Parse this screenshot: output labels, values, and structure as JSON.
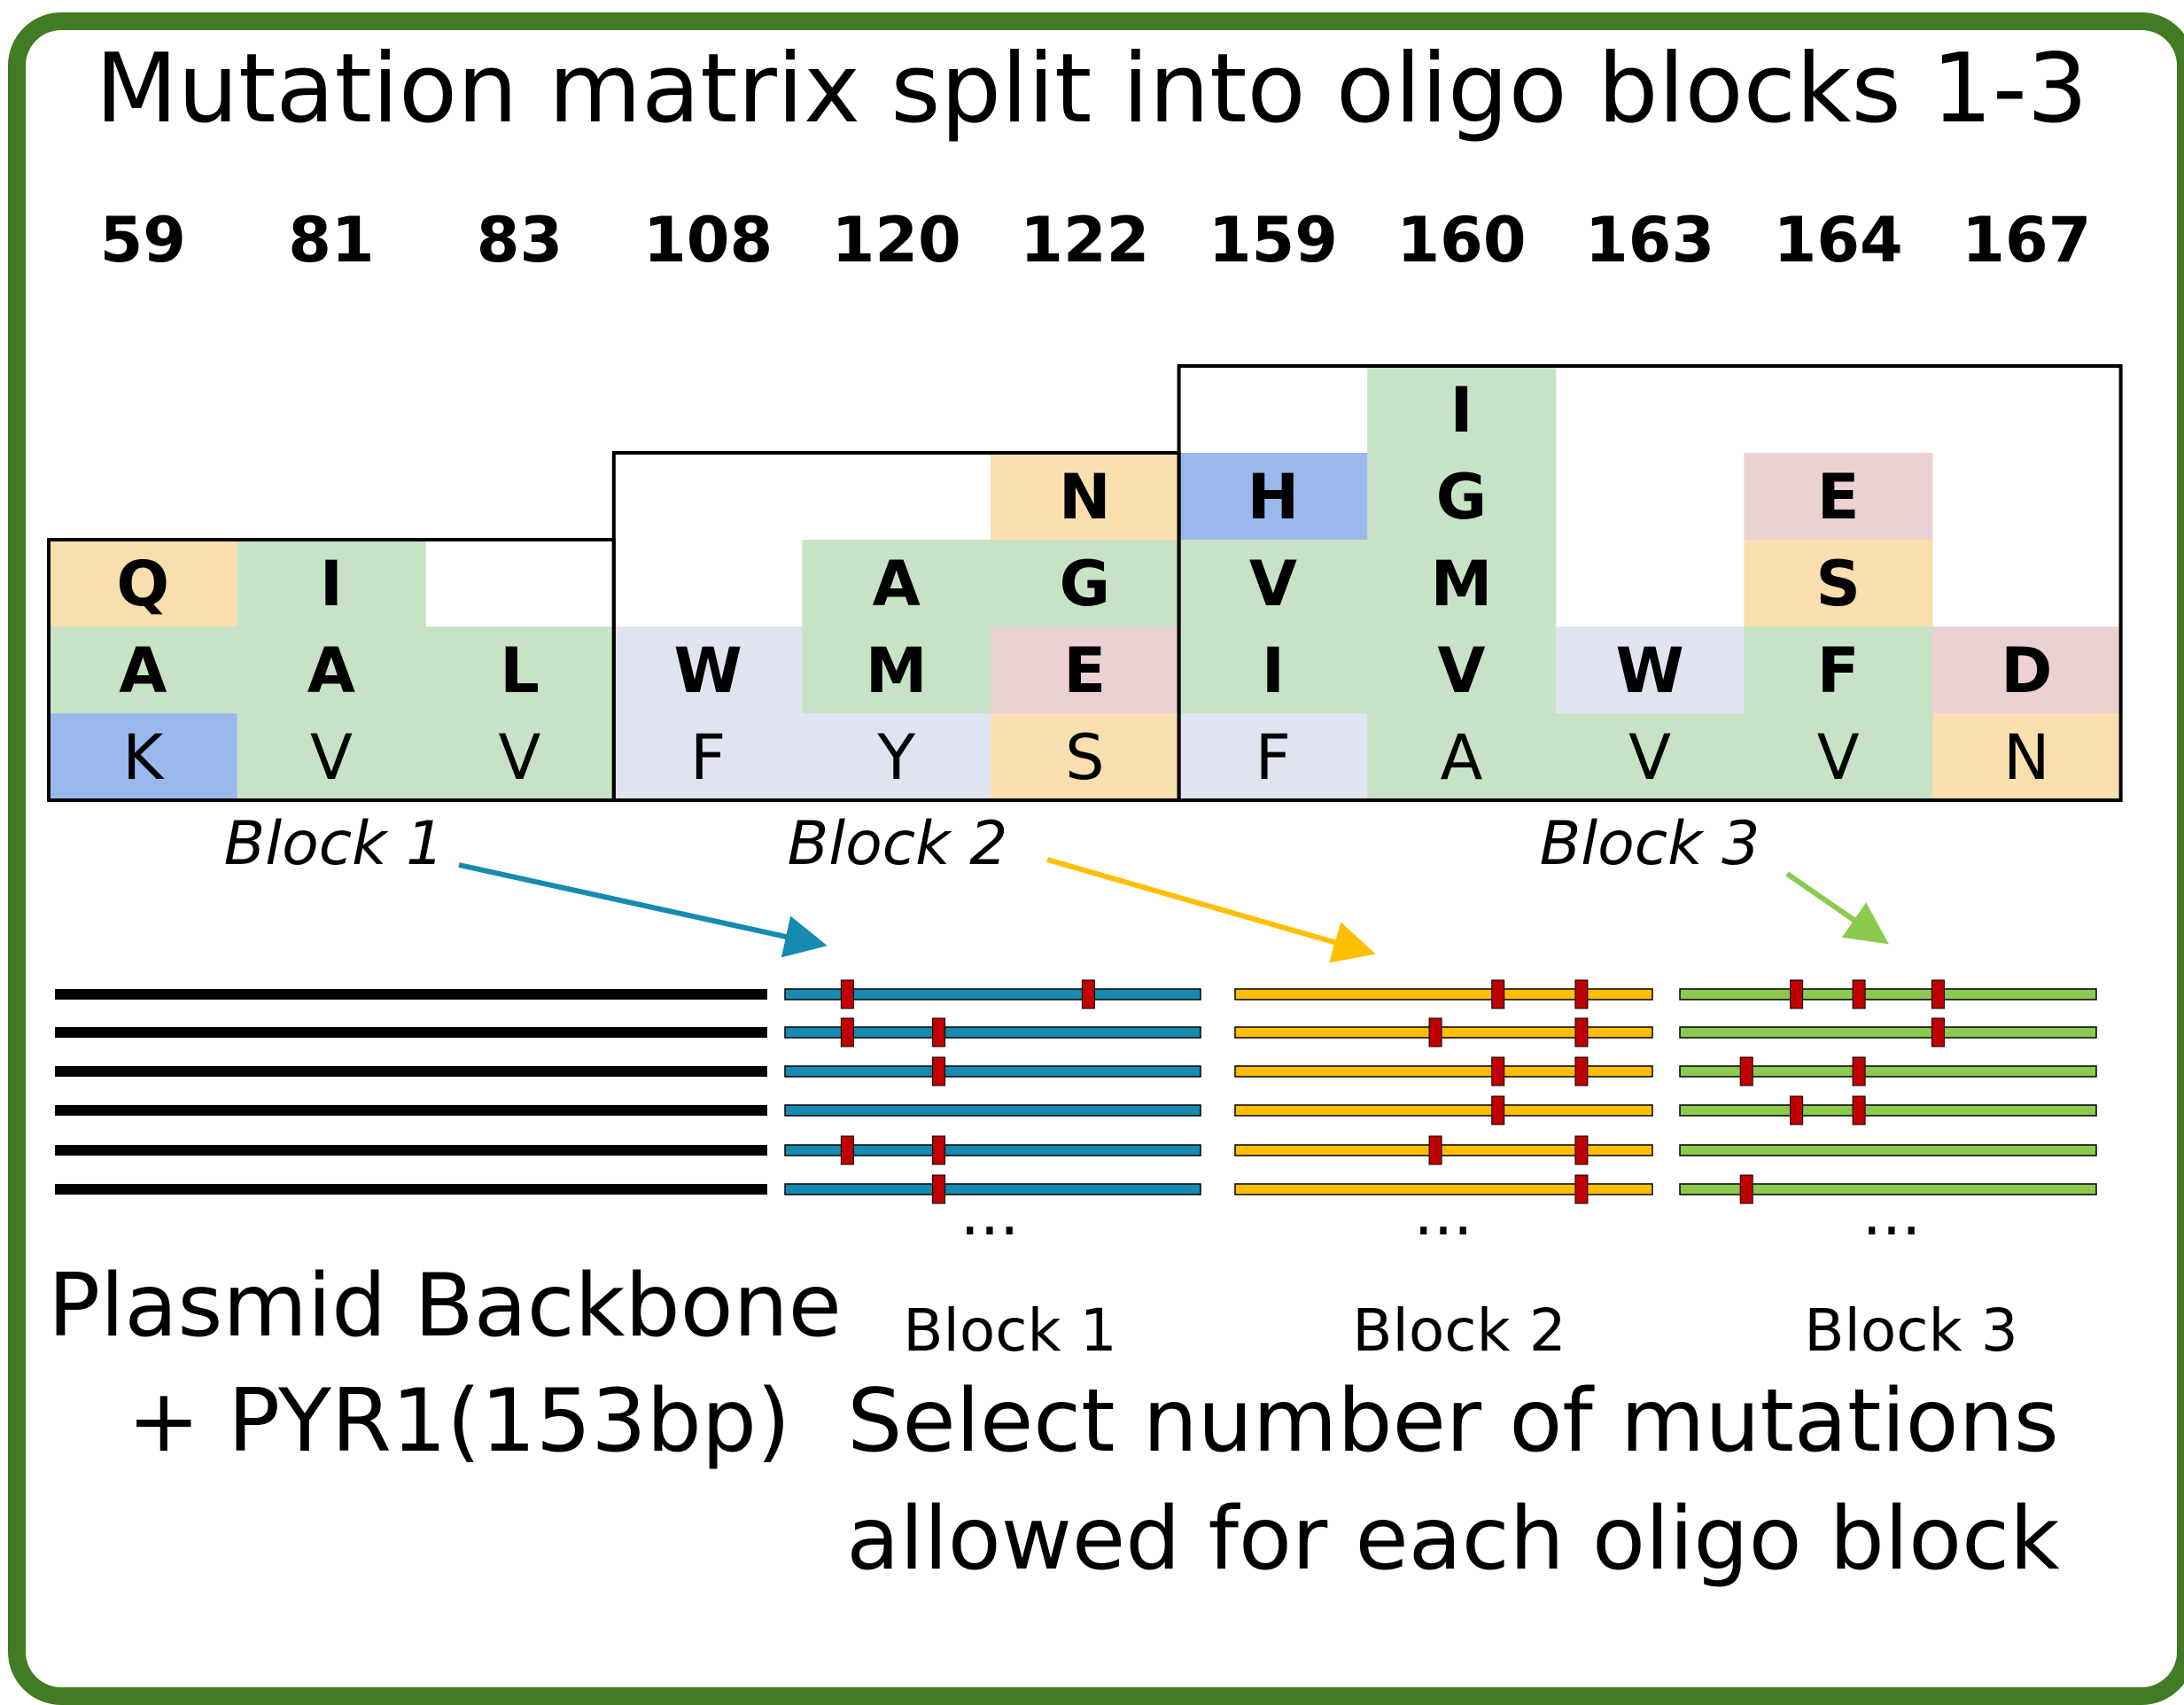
{
  "title": "Mutation matrix split into oligo blocks 1-3",
  "colors": {
    "frame": "#417b23",
    "orange": "#f8dfad",
    "green": "#c8e2c6",
    "blue": "#99b9ed",
    "lavender": "#e0e4f1",
    "pink": "#ebd1d1",
    "block1_line": "#158bb1",
    "block2_line": "#ffbf00",
    "block3_line": "#8cc94f",
    "mutation_mark": "#c00000"
  },
  "positions": [
    "59",
    "81",
    "83",
    "108",
    "120",
    "122",
    "159",
    "160",
    "163",
    "164",
    "167"
  ],
  "matrix": [
    {
      "position": "59",
      "block": 1,
      "wildtype": "K",
      "wt_color": "blue",
      "mutants": [
        {
          "aa": "A",
          "color": "green"
        },
        {
          "aa": "Q",
          "color": "orange"
        }
      ]
    },
    {
      "position": "81",
      "block": 1,
      "wildtype": "V",
      "wt_color": "green",
      "mutants": [
        {
          "aa": "A",
          "color": "green"
        },
        {
          "aa": "I",
          "color": "green"
        }
      ]
    },
    {
      "position": "83",
      "block": 1,
      "wildtype": "V",
      "wt_color": "green",
      "mutants": [
        {
          "aa": "L",
          "color": "green"
        }
      ]
    },
    {
      "position": "108",
      "block": 2,
      "wildtype": "F",
      "wt_color": "lavender",
      "mutants": [
        {
          "aa": "W",
          "color": "lavender"
        }
      ]
    },
    {
      "position": "120",
      "block": 2,
      "wildtype": "Y",
      "wt_color": "lavender",
      "mutants": [
        {
          "aa": "M",
          "color": "green"
        },
        {
          "aa": "A",
          "color": "green"
        }
      ]
    },
    {
      "position": "122",
      "block": 2,
      "wildtype": "S",
      "wt_color": "orange",
      "mutants": [
        {
          "aa": "E",
          "color": "pink"
        },
        {
          "aa": "G",
          "color": "green"
        },
        {
          "aa": "N",
          "color": "orange"
        }
      ]
    },
    {
      "position": "159",
      "block": 3,
      "wildtype": "F",
      "wt_color": "lavender",
      "mutants": [
        {
          "aa": "I",
          "color": "green"
        },
        {
          "aa": "V",
          "color": "green"
        },
        {
          "aa": "H",
          "color": "blue"
        }
      ]
    },
    {
      "position": "160",
      "block": 3,
      "wildtype": "A",
      "wt_color": "green",
      "mutants": [
        {
          "aa": "V",
          "color": "green"
        },
        {
          "aa": "M",
          "color": "green"
        },
        {
          "aa": "G",
          "color": "green"
        },
        {
          "aa": "I",
          "color": "green"
        }
      ]
    },
    {
      "position": "163",
      "block": 3,
      "wildtype": "V",
      "wt_color": "green",
      "mutants": [
        {
          "aa": "W",
          "color": "lavender"
        }
      ]
    },
    {
      "position": "164",
      "block": 3,
      "wildtype": "V",
      "wt_color": "green",
      "mutants": [
        {
          "aa": "F",
          "color": "green"
        },
        {
          "aa": "S",
          "color": "orange"
        },
        {
          "aa": "E",
          "color": "pink"
        }
      ]
    },
    {
      "position": "167",
      "block": 3,
      "wildtype": "N",
      "wt_color": "orange",
      "mutants": [
        {
          "aa": "D",
          "color": "pink"
        }
      ]
    }
  ],
  "block_labels": [
    "Block 1",
    "Block 2",
    "Block 3"
  ],
  "oligo_groups": [
    {
      "label": "Block 1",
      "color_key": "block1_line",
      "marks": [
        [
          0.15,
          0.73
        ],
        [
          0.15,
          0.37
        ],
        [
          0.37
        ],
        [],
        [
          0.15,
          0.37
        ],
        [
          0.37
        ]
      ]
    },
    {
      "label": "Block 2",
      "color_key": "block2_line",
      "marks": [
        [
          0.63,
          0.83
        ],
        [
          0.48,
          0.83
        ],
        [
          0.63,
          0.83
        ],
        [
          0.63
        ],
        [
          0.48,
          0.83
        ],
        [
          0.83
        ]
      ]
    },
    {
      "label": "Block 3",
      "color_key": "block3_line",
      "marks": [
        [
          0.28,
          0.43,
          0.62
        ],
        [
          0.62
        ],
        [
          0.16,
          0.43
        ],
        [
          0.28,
          0.43
        ],
        [],
        [
          0.16
        ]
      ]
    }
  ],
  "ellipsis": "...",
  "backbone_label_line1": "Plasmid Backbone",
  "backbone_label_line2": "+ PYR1(153bp)",
  "footer_line1": "Select number of mutations",
  "footer_line2": "allowed for each oligo block"
}
